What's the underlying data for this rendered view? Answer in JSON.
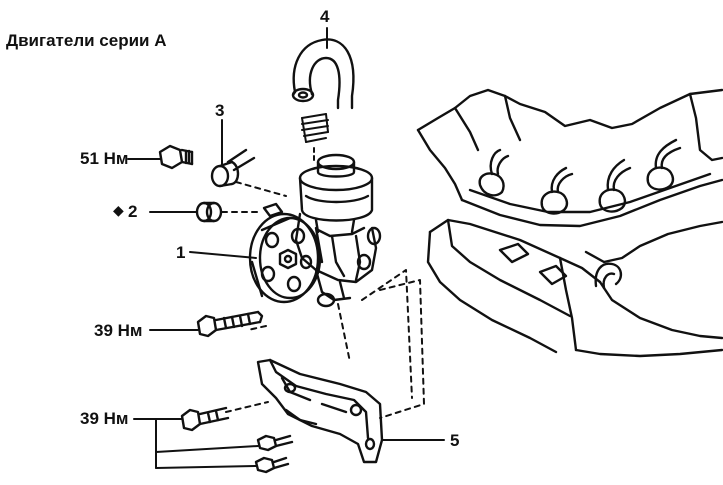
{
  "title": "Двигатели серии А",
  "callouts": {
    "hose": "4",
    "spacer": "3",
    "oring": "2",
    "oring_marker": "◆",
    "pump": "1",
    "bracket": "5"
  },
  "torques": {
    "union_bolt": "51 Нм",
    "pump_bolt": "39 Нм",
    "bracket_bolts": "39 Нм"
  },
  "colors": {
    "ink": "#111111",
    "background": "#ffffff"
  }
}
